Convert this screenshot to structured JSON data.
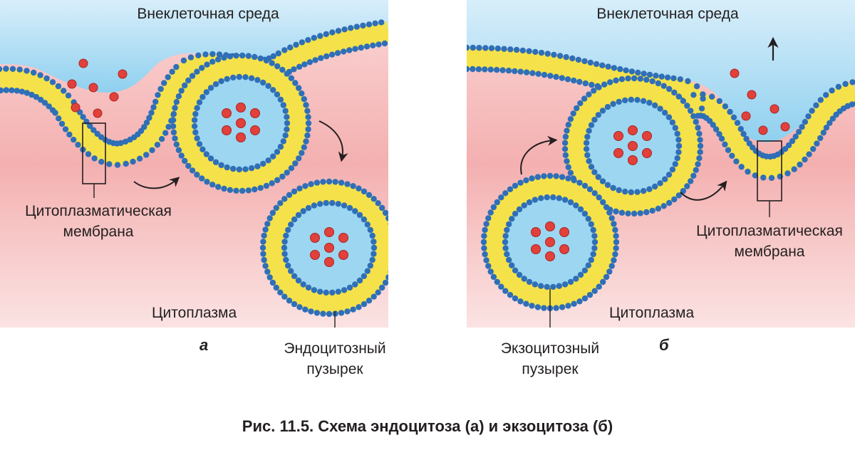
{
  "panels": [
    {
      "id": "a",
      "letter": "а",
      "extracellular_label": "Внеклеточная среда",
      "membrane_label_line1": "Цитоплазматическая",
      "membrane_label_line2": "мембрана",
      "cytoplasm_label": "Цитоплазма",
      "vesicle_label_line1": "Эндоцитозный",
      "vesicle_label_line2": "пузырек"
    },
    {
      "id": "b",
      "letter": "б",
      "extracellular_label": "Внеклеточная среда",
      "membrane_label_line1": "Цитоплазматическая",
      "membrane_label_line2": "мембрана",
      "cytoplasm_label": "Цитоплазма",
      "vesicle_label_line1": "Экзоцитозный",
      "vesicle_label_line2": "пузырек"
    }
  ],
  "caption": "Рис. 11.5. Схема эндоцитоза (а) и экзоцитоза (б)",
  "colors": {
    "extracellular": "#a9dcf2",
    "cytoplasm": "#f4b6b6",
    "lipid_head": "#2f6fb8",
    "lipid_tail": "#f5e24a",
    "particle": "#e2403b"
  }
}
